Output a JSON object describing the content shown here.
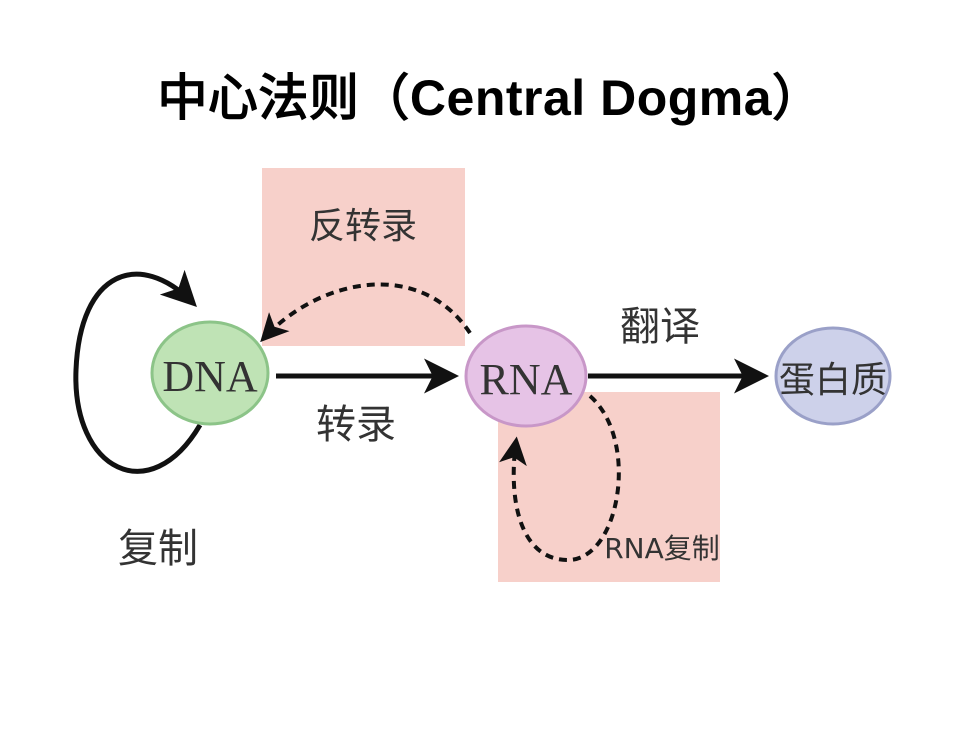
{
  "title": "中心法则（Central Dogma）",
  "nodes": {
    "dna": {
      "label": "DNA",
      "fill": "#bfe3b5",
      "stroke": "#8cc488"
    },
    "rna": {
      "label": "RNA",
      "fill": "#e6c3e6",
      "stroke": "#c897c8"
    },
    "protein": {
      "label": "蛋白质",
      "fill": "#cdd1ea",
      "stroke": "#9aa0c8"
    }
  },
  "processes": {
    "replication": "复制",
    "transcription": "转录",
    "reverse_transcription": "反转录",
    "translation": "翻译",
    "rna_replication": "RNA复制"
  },
  "colors": {
    "highlight_box": "#f7d0ca",
    "arrow": "#111111",
    "label_text": "#333333"
  }
}
